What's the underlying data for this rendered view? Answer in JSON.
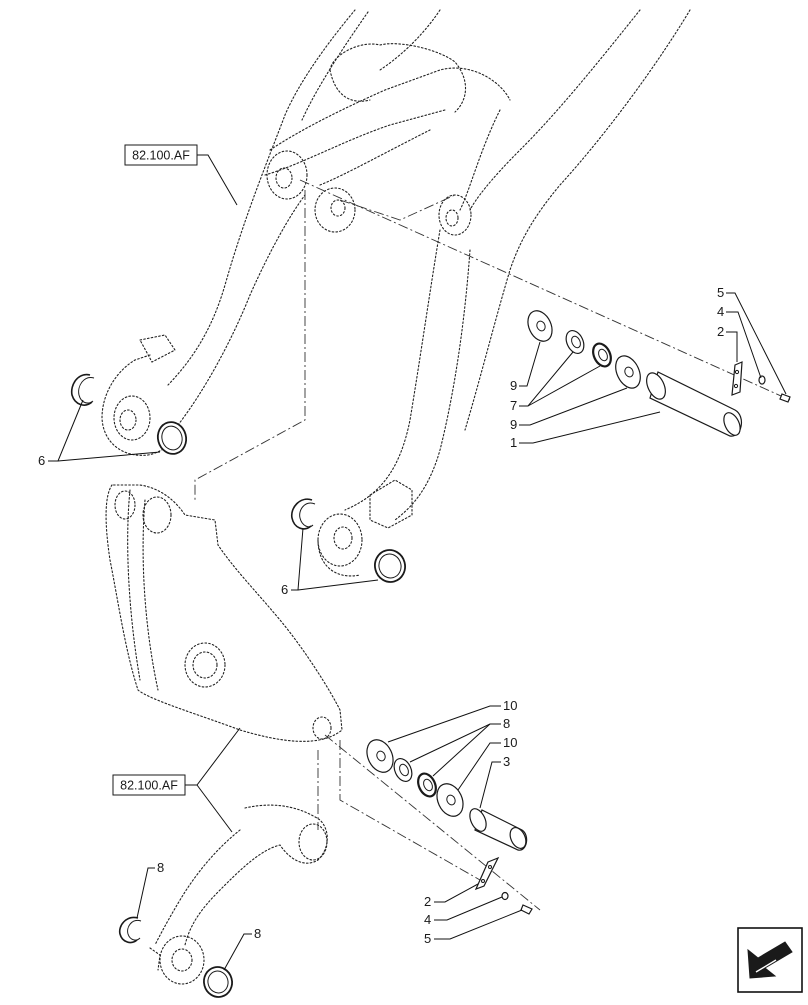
{
  "references": {
    "upper": "82.100.AF",
    "lower": "82.100.AF"
  },
  "callouts": {
    "upper_pin": {
      "c5": "5",
      "c4": "4",
      "c2": "2",
      "c9a": "9",
      "c7": "7",
      "c9b": "9",
      "c1": "1"
    },
    "upper_left_rings": {
      "c6": "6"
    },
    "mid_rings": {
      "c6": "6"
    },
    "lower_pin": {
      "c10a": "10",
      "c8": "8",
      "c10b": "10",
      "c3": "3",
      "c2": "2",
      "c4": "4",
      "c5": "5"
    },
    "lower_rings": {
      "c8a": "8",
      "c8b": "8"
    }
  },
  "icons": {
    "corner": "direction-arrow-icon"
  }
}
